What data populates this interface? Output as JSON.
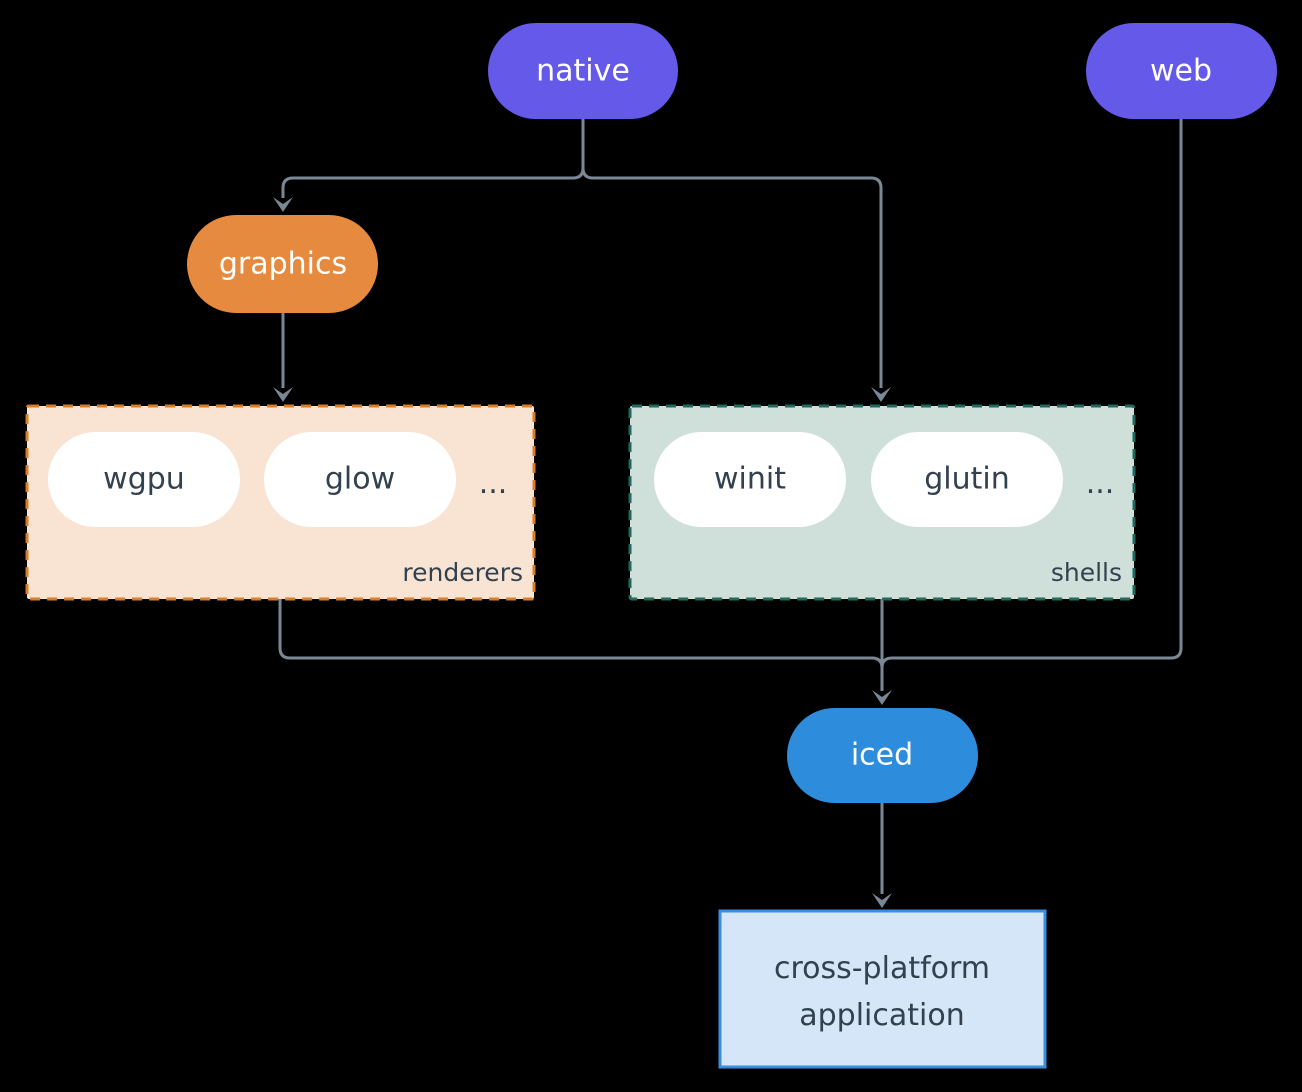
{
  "diagram": {
    "nodes": {
      "native": {
        "label": "native"
      },
      "web": {
        "label": "web"
      },
      "graphics": {
        "label": "graphics"
      },
      "wgpu": {
        "label": "wgpu"
      },
      "glow": {
        "label": "glow"
      },
      "winit": {
        "label": "winit"
      },
      "glutin": {
        "label": "glutin"
      },
      "iced": {
        "label": "iced"
      },
      "app": {
        "line1": "cross-platform",
        "line2": "application"
      }
    },
    "groups": {
      "renderers": {
        "label": "renderers",
        "ellipsis": "..."
      },
      "shells": {
        "label": "shells",
        "ellipsis": "..."
      }
    },
    "colors": {
      "purple": "#6459E8",
      "orange": "#E58A3E",
      "blue": "#2D8CDB",
      "pill_white": "#FFFFFF",
      "renderers_bg": "#F9E4D4",
      "renderers_border": "#DC7C26",
      "shells_bg": "#CEE0D9",
      "shells_border": "#20695C",
      "app_bg": "#D4E6F7",
      "app_border": "#3A8EE0",
      "edge": "#7A8795",
      "text_light": "#FFFFFF",
      "text_dark": "#33414F",
      "background": "#000000"
    }
  }
}
